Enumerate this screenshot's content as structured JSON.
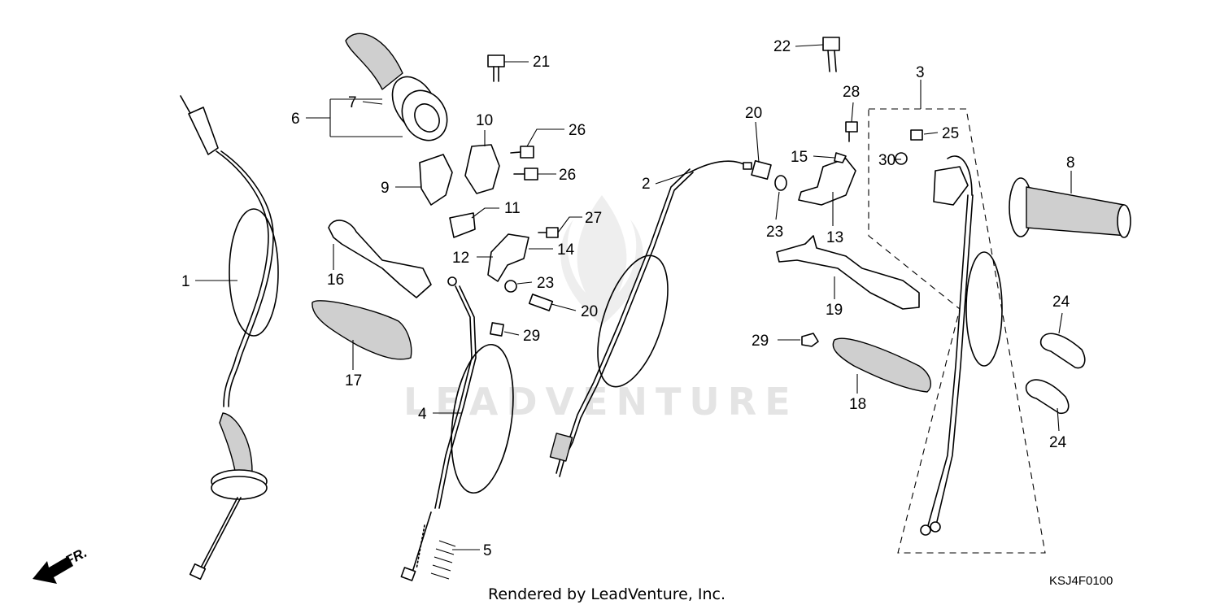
{
  "watermark": "LEADVENTURE",
  "footer_text": "Rendered by LeadVenture, Inc.",
  "diagram_code": "KSJ4F0100",
  "direction_label": "FR.",
  "callouts": [
    "1",
    "2",
    "3",
    "4",
    "5",
    "6",
    "7",
    "8",
    "9",
    "10",
    "11",
    "12",
    "13",
    "14",
    "15",
    "16",
    "17",
    "18",
    "19",
    "20",
    "20",
    "21",
    "22",
    "23",
    "23",
    "24",
    "24",
    "25",
    "26",
    "26",
    "27",
    "28",
    "29",
    "29",
    "30"
  ],
  "icons": [
    "front-direction-arrow-icon",
    "watermark-flame-logo-icon"
  ]
}
